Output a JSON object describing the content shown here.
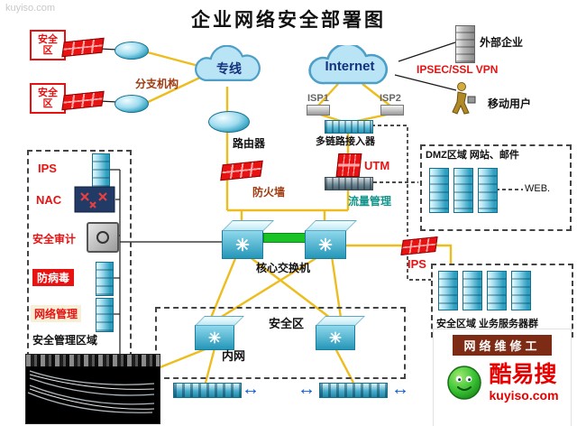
{
  "title": "企业网络安全部署图",
  "watermark": "kuyiso.com",
  "colors": {
    "accent_red": "#e81212",
    "line_yellow": "#edbd1e",
    "device_teal": "#2e9fc0",
    "link_green": "#19c325",
    "label_brown": "#a03a10",
    "traffic_teal": "#12948a",
    "arrow_blue": "#0a58e8"
  },
  "nodes": {
    "zone1": "安全区",
    "zone2": "安全区",
    "branch": "分支机构",
    "leased_line": "专线",
    "internet": "Internet",
    "external": "外部企业",
    "vpn": "IPSEC/SSL VPN",
    "mobile": "移动用户",
    "isp1": "ISP1",
    "isp2": "ISP2",
    "multilink": "多链路接入器",
    "router": "路由器",
    "firewall": "防火墙",
    "utm": "UTM",
    "traffic": "流量管理",
    "dmz": "DMZ区域 网站、邮件",
    "web": "WEB.",
    "ips_left": "IPS",
    "nac": "NAC",
    "audit": "安全审计",
    "antivirus": "防病毒",
    "netmgmt": "网络管理",
    "mgmt_zone": "安全管理区域",
    "core_switch": "核心交换机",
    "ips_right": "IPS",
    "server_zone": "安全区域 业务服务器群",
    "inner_zone": "安全区",
    "intranet": "内网"
  },
  "logo": {
    "banner": "网络维修工",
    "brand": "酷易搜",
    "url": "kuyiso.com"
  }
}
